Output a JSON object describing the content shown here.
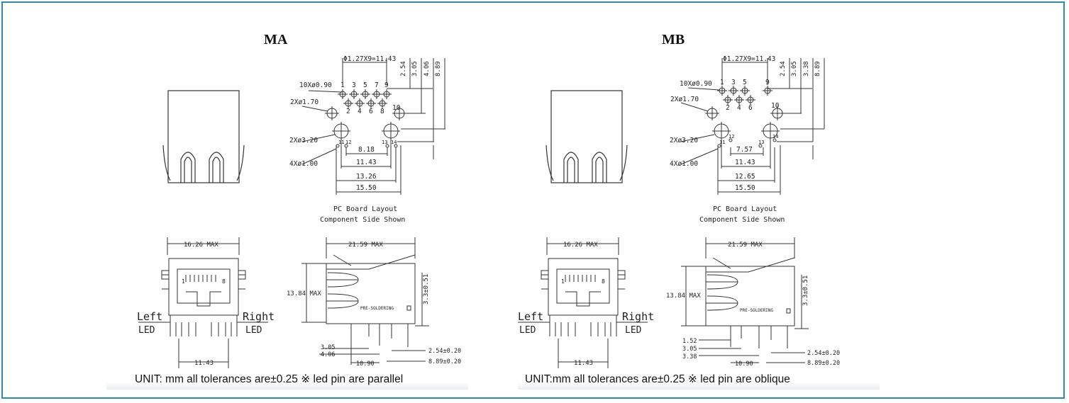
{
  "variants": [
    {
      "name": "MA",
      "pcb": {
        "pitch": "Φ1.27X9=11.43",
        "hole10": "10Xø0.90",
        "hole2a": "2Xø1.70",
        "hole2b": "2Xø3.20",
        "hole4": "4Xø1.00",
        "pins_top": [
          "1",
          "3",
          "5",
          "7",
          "9"
        ],
        "pins_bot": [
          "2",
          "4",
          "6",
          "8"
        ],
        "pin10": "10",
        "led_pins": [
          "11",
          "12",
          "13",
          "14"
        ],
        "vdims": [
          "2.54",
          "3.05",
          "4.06",
          "8.89"
        ],
        "hdims": [
          "8.18",
          "11.43",
          "13.26",
          "15.50"
        ],
        "caption1": "PC Board Layout",
        "caption2": "Component Side Shown"
      },
      "front": {
        "width": "16.26 MAX",
        "bottom": "11.43",
        "left1": "Left",
        "left2": "LED",
        "right1": "Right",
        "right2": "LED",
        "pin1": "1",
        "pin8": "8"
      },
      "side": {
        "width": "21.59 MAX",
        "height": "13.84 MAX",
        "right": "3.3±0.51",
        "solder": "PRE-SOLDERING",
        "bottom_labels": [
          "3.05",
          "4.06"
        ],
        "bottom_mid": "10.90",
        "bottom_right1": "2.54±0.20",
        "bottom_right2": "8.89±0.20"
      },
      "unit": "UNIT: mm all tolerances are±0.25 ※ led pin are parallel"
    },
    {
      "name": "MB",
      "pcb": {
        "pitch": "Φ1.27X9=11.43",
        "hole10": "10Xø0.90",
        "hole2a": "2Xø1.70",
        "hole2b": "2Xø3.20",
        "hole4": "4Xø1.00",
        "pins_top": [
          "1",
          "3",
          "5",
          "9"
        ],
        "pins_bot": [
          "2",
          "4",
          "6"
        ],
        "pin10": "10",
        "led_pins": [
          "11",
          "12",
          "13",
          "14"
        ],
        "vdims": [
          "2.54",
          "3.05",
          "3.38",
          "8.89"
        ],
        "hdims": [
          "7.57",
          "11.43",
          "12.65",
          "15.50"
        ],
        "caption1": "PC Board Layout",
        "caption2": "Component Side Shown"
      },
      "front": {
        "width": "16.26 MAX",
        "bottom": "11.43",
        "left1": "Left",
        "left2": "LED",
        "right1": "Right",
        "right2": "LED",
        "pin1": "1",
        "pin8": "8"
      },
      "side": {
        "width": "21.59 MAX",
        "height": "13.84 MAX",
        "right": "3.3±0.51",
        "solder": "PRE-SOLDERING",
        "bottom_labels": [
          "1.52",
          "3.05",
          "3.38"
        ],
        "bottom_mid": "10.90",
        "bottom_right1": "2.54±0.20",
        "bottom_right2": "8.89±0.20"
      },
      "unit": "UNIT:mm all tolerances are±0.25 ※ led pin are oblique"
    }
  ]
}
